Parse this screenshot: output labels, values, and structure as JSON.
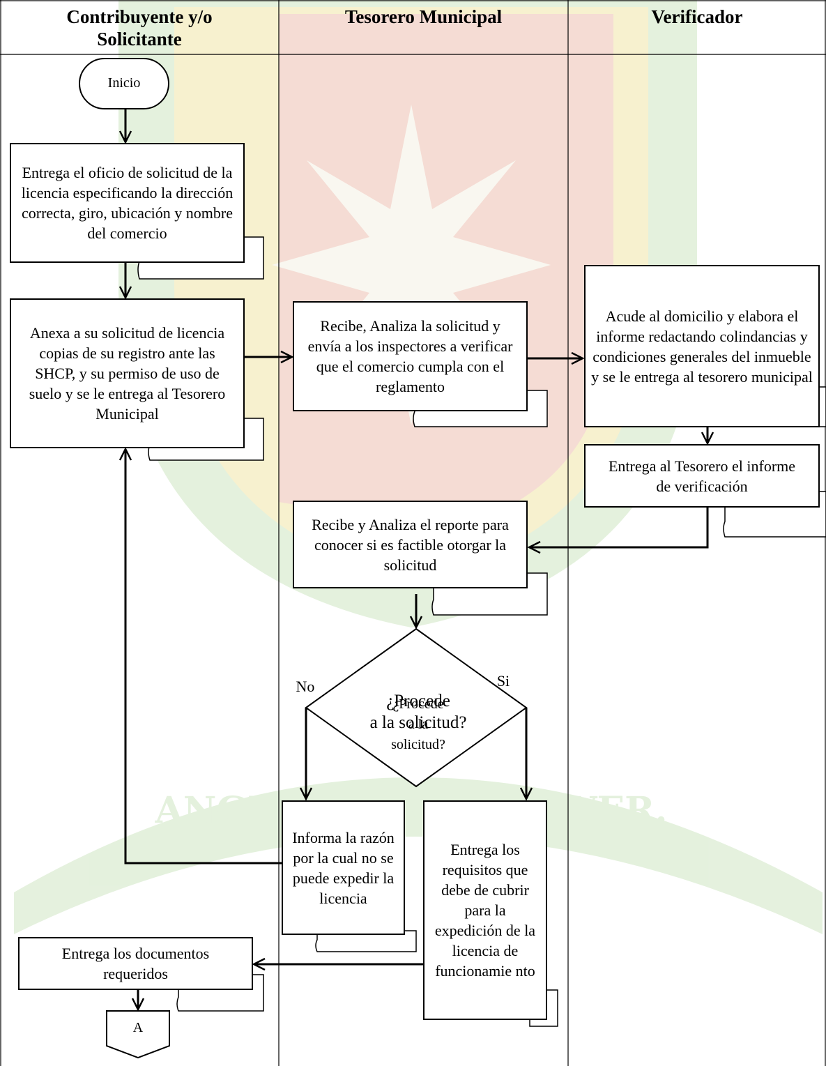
{
  "colors": {
    "line": "#000000",
    "watermark_green": "#4e9a3a",
    "watermark_yellow": "#e6cf4a",
    "watermark_red": "#c8402f"
  },
  "lanes": [
    {
      "title_line1": "Contribuyente y/o",
      "title_line2": "Solicitante"
    },
    {
      "title_line1": "Tesorero Municipal",
      "title_line2": ""
    },
    {
      "title_line1": "Verificador",
      "title_line2": ""
    }
  ],
  "start": {
    "label": "Inicio"
  },
  "steps": {
    "entrega_oficio": "Entrega el oficio de solicitud de la licencia especificando la dirección correcta, giro, ubicación y nombre del comercio",
    "anexa": "Anexa a su solicitud de licencia copias de su registro ante las SHCP, y su permiso de uso de suelo y se le entrega al Tesorero Municipal",
    "recibe_analiza": "Recibe, Analiza la solicitud y envía a los inspectores a verificar que el comercio cumpla con el reglamento",
    "acude": "Acude al domicilio y elabora el informe redactando colindancias y condiciones generales del inmueble y se le entrega al tesorero municipal",
    "entrega_tesorero": "Entrega al Tesorero el informe de verificación",
    "recibe_reporte": "Recibe y Analiza el reporte para conocer si es factible otorgar la solicitud",
    "informa_razon": "Informa la razón por la cual no se puede expedir la licencia",
    "entrega_requisitos": "Entrega los requisitos que debe de cubrir para la expedición de la licencia de funcionamie nto",
    "entrega_documentos": "Entrega los documentos requeridos"
  },
  "decision": {
    "label_large_line1": "¿Procede",
    "label_large_line2": "a la solicitud?",
    "label_small_line1": "¿Procede",
    "label_small_line2": "a la",
    "label_small_line3": "solicitud?",
    "no_label": "No",
    "yes_label": "Si"
  },
  "connector": {
    "label": "A"
  }
}
